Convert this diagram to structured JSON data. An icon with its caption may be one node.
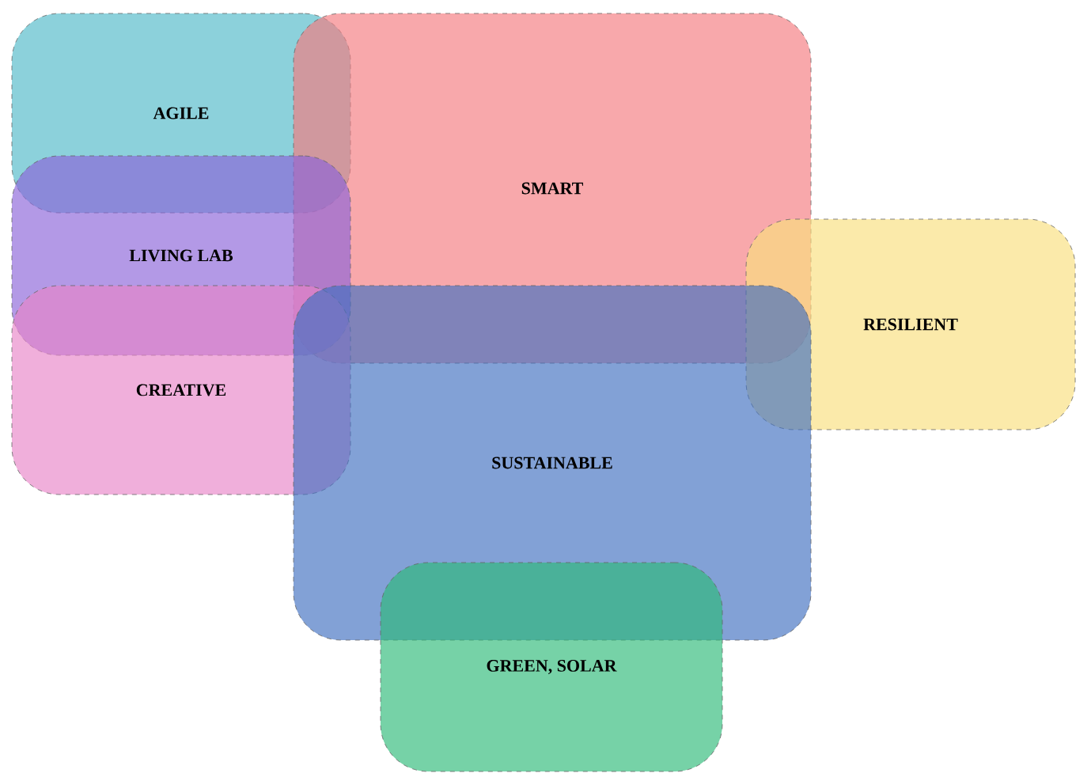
{
  "diagram": {
    "nodes": [
      {
        "text": [
          "AGILE"
        ]
      },
      {
        "text": [
          "SMART"
        ]
      },
      {
        "text": [
          "LIVING LAB"
        ]
      },
      {
        "text": [
          "RESILIENT"
        ]
      },
      {
        "text": [
          "CREATIVE"
        ]
      },
      {
        "text": [
          "SUSTAINABLE"
        ]
      },
      {
        "text": [
          "GREEN, SOLAR"
        ]
      }
    ]
  }
}
